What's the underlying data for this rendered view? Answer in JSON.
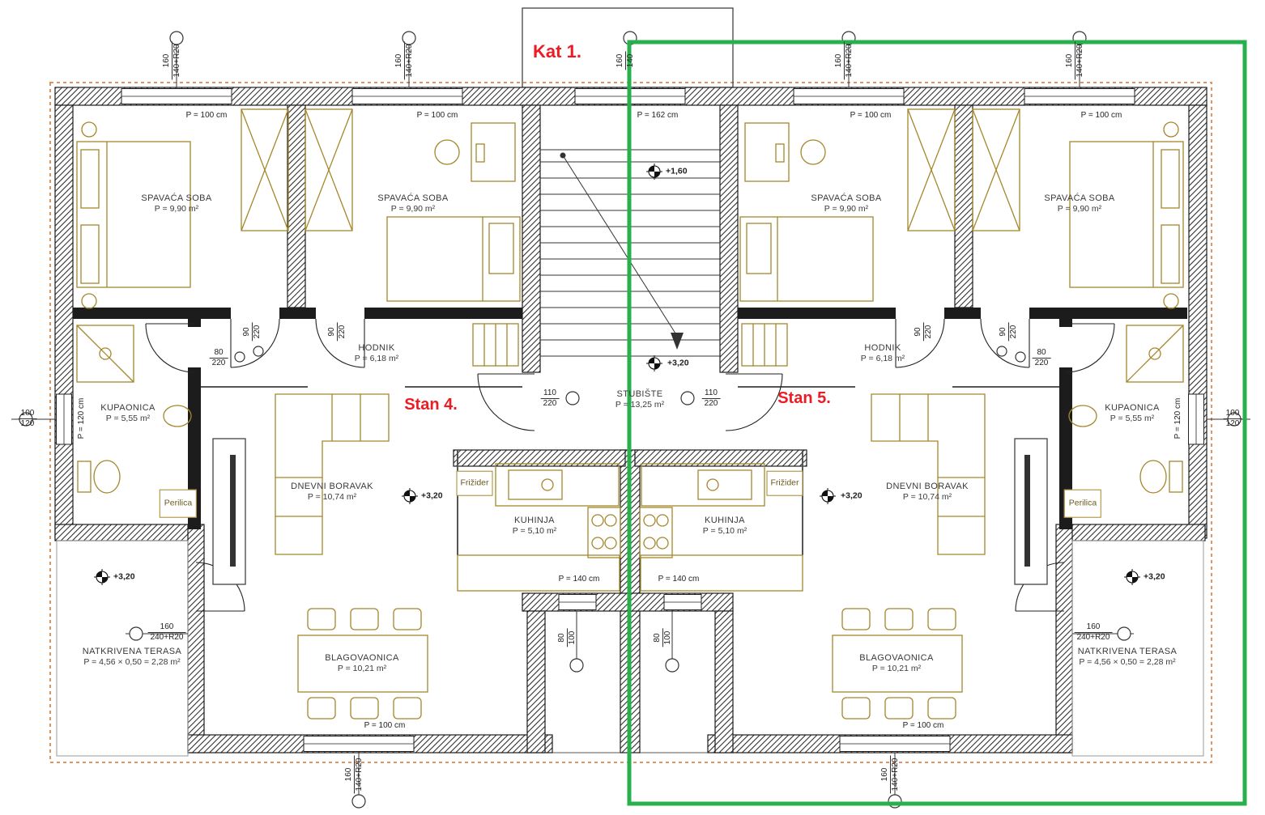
{
  "drawing": {
    "floor_label": "Kat 1.",
    "apartment_left_label": "Stan 4.",
    "apartment_right_label": "Stan 5."
  },
  "rooms": {
    "bedroom": {
      "name": "SPAVAĆA SOBA",
      "area": "P = 9,90 m²"
    },
    "hallway": {
      "name": "HODNIK",
      "area": "P = 6,18 m²"
    },
    "bathroom": {
      "name": "KUPAONICA",
      "area": "P = 5,55 m²"
    },
    "living_room": {
      "name": "DNEVNI BORAVAK",
      "area": "P = 10,74 m²"
    },
    "kitchen": {
      "name": "KUHINJA",
      "area": "P = 5,10 m²"
    },
    "dining_room": {
      "name": "BLAGOVAONICA",
      "area": "P = 10,21 m²"
    },
    "terrace": {
      "name": "NATKRIVENA TERASA",
      "area": "P = 4,56 × 0,50 = 2,28 m²"
    },
    "staircase": {
      "name": "STUBIŠTE",
      "area": "P = 13,25 m²"
    }
  },
  "appliances": {
    "washer": "Perilica",
    "fridge": "Frižider"
  },
  "dimensions": {
    "p100": "P = 100 cm",
    "p162": "P = 162 cm",
    "p140": "P = 140 cm",
    "p120": "P = 120 cm",
    "w160": "160",
    "w140_r20": "140+R20",
    "w140": "140",
    "w240_r20": "240+R20",
    "n80": "80",
    "n90": "90",
    "n100": "100",
    "n110": "110",
    "n120": "120",
    "n220": "220"
  },
  "levels": {
    "l160": "+1,60",
    "l320": "+3,20"
  },
  "colors": {
    "wall": "#1f1f1f",
    "furniture": "#a5872b",
    "insulation": "#dd9566",
    "label_red": "#ed1c24",
    "highlight_green": "#27b04c",
    "dim_text": "#1f1f1f"
  }
}
